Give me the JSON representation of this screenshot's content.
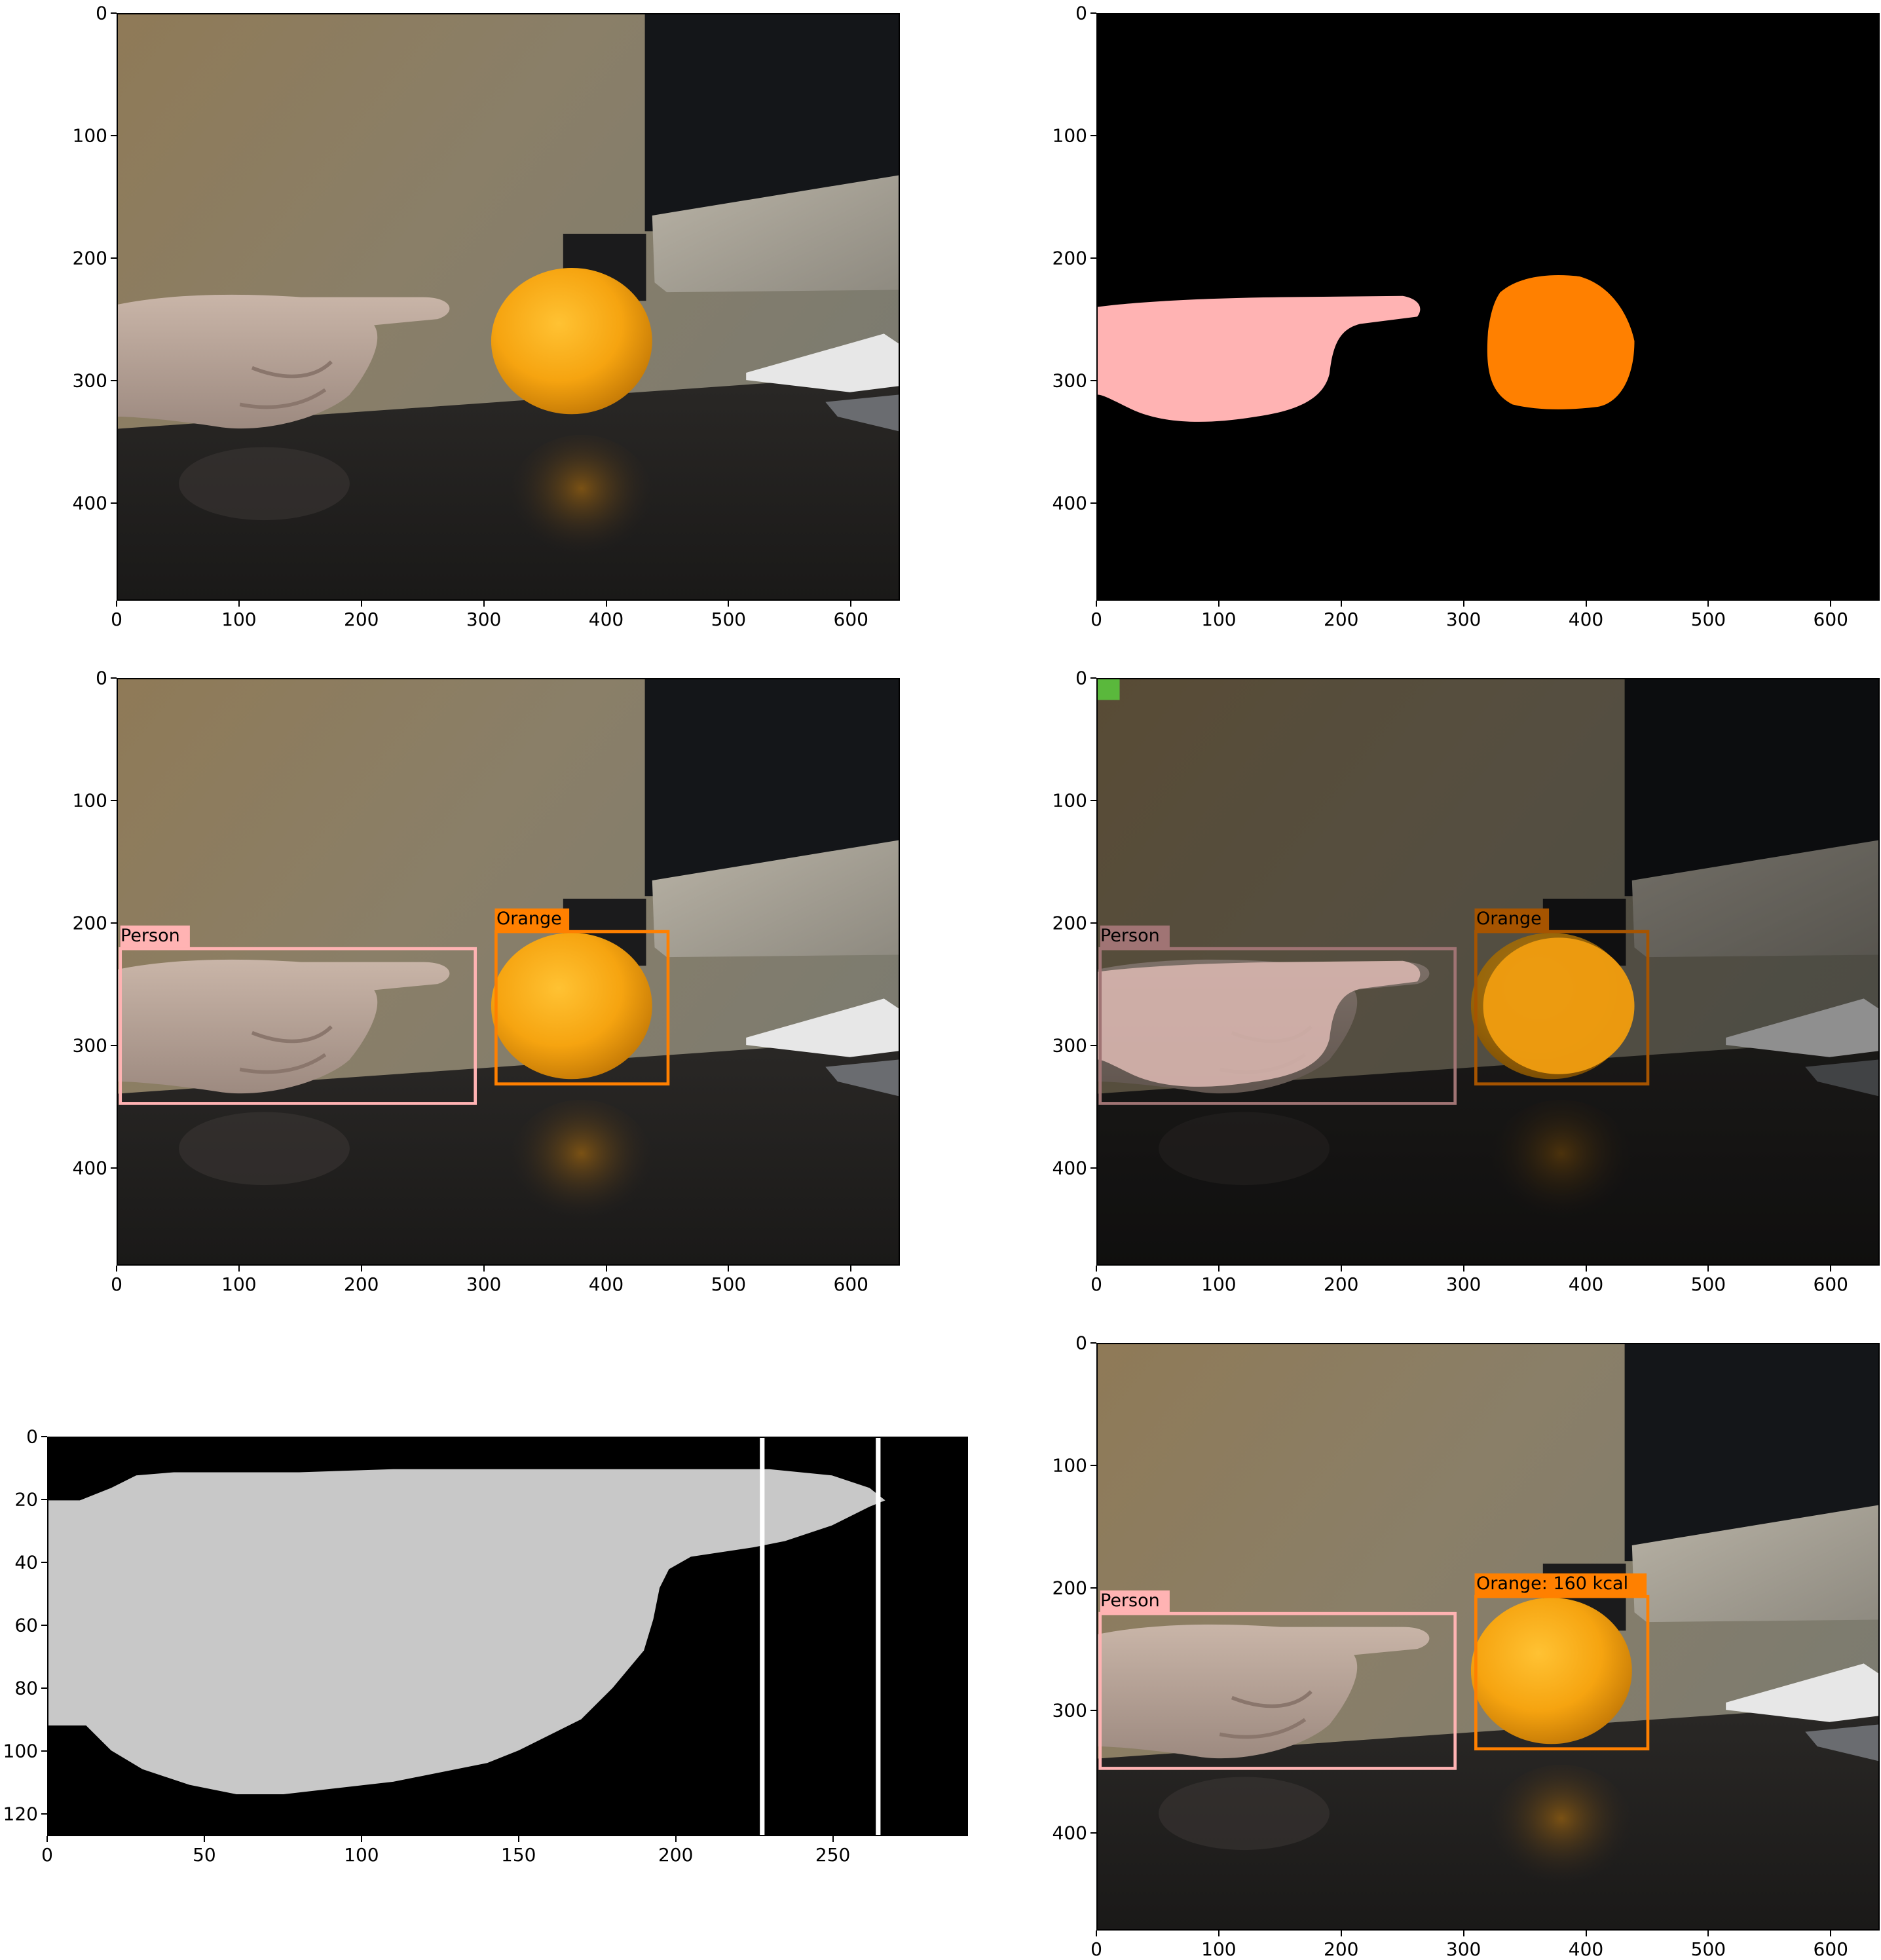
{
  "panels": [
    {
      "id": "p1",
      "title": "",
      "x_ticks": [
        "0",
        "100",
        "200",
        "300",
        "400",
        "500",
        "600"
      ],
      "y_ticks": [
        "0",
        "100",
        "200",
        "300",
        "400"
      ]
    },
    {
      "id": "p2",
      "title": "",
      "x_ticks": [
        "0",
        "100",
        "200",
        "300",
        "400",
        "500",
        "600"
      ],
      "y_ticks": [
        "0",
        "100",
        "200",
        "300",
        "400"
      ]
    },
    {
      "id": "p3",
      "title": "",
      "x_ticks": [
        "0",
        "100",
        "200",
        "300",
        "400",
        "500",
        "600"
      ],
      "y_ticks": [
        "0",
        "100",
        "200",
        "300",
        "400"
      ]
    },
    {
      "id": "p4",
      "title": "",
      "x_ticks": [
        "0",
        "100",
        "200",
        "300",
        "400",
        "500",
        "600"
      ],
      "y_ticks": [
        "0",
        "100",
        "200",
        "300",
        "400"
      ]
    },
    {
      "id": "p5",
      "title": "",
      "x_ticks": [
        "0",
        "50",
        "100",
        "150",
        "200",
        "250"
      ],
      "y_ticks": [
        "0",
        "20",
        "40",
        "60",
        "80",
        "100",
        "120"
      ]
    },
    {
      "id": "p6",
      "title": "",
      "x_ticks": [
        "0",
        "100",
        "200",
        "300",
        "400",
        "500",
        "600"
      ],
      "y_ticks": [
        "0",
        "100",
        "200",
        "300",
        "400"
      ]
    }
  ],
  "labels": {
    "person": "Person",
    "orange": "Orange",
    "orange_kcal": "Orange: 160 kcal"
  },
  "colors": {
    "person_mask": "#ffb3b3",
    "orange_mask": "#ff8000",
    "mask_gray": "#c8c8c8",
    "green_marker": "#5ab83c"
  }
}
